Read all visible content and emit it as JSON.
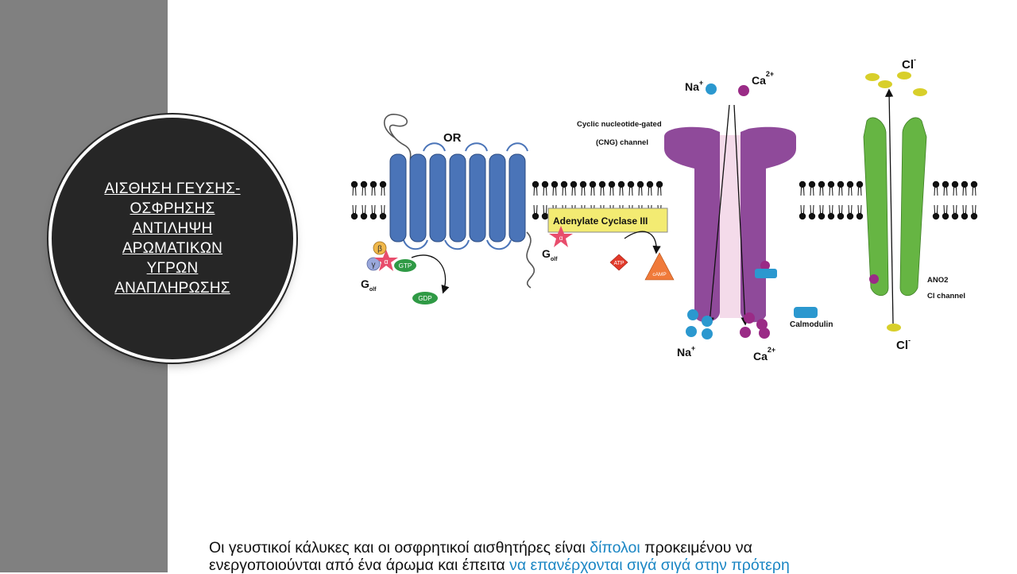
{
  "sidebar_title": [
    "ΑΙΣΘΗΣΗ ΓΕΥΣΗΣ-",
    "ΟΣΦΡΗΣΗΣ",
    "ΑΝΤΙΛΗΨΗ",
    "ΑΡΩΜΑΤΙΚΩΝ",
    "ΥΓΡΩΝ",
    "ΑΝΑΠΛΗΡΩΣΗΣ"
  ],
  "diagram": {
    "or_label": "OR",
    "g_subunits": {
      "beta": "β",
      "gamma": "γ",
      "alpha": "α"
    },
    "gtp": "GTP",
    "gdp": "GDP",
    "golf": {
      "base": "G",
      "sub": "olf"
    },
    "adenylate": "Adenylate Cyclase III",
    "atp": "ATP",
    "camp": "cAMP",
    "cng_line1": "Cyclic nucleotide-gated",
    "cng_line2": "(CNG) channel",
    "na": "Na",
    "na_charge": "+",
    "ca": "Ca",
    "ca_charge": "2+",
    "cl": "Cl",
    "cl_charge": "-",
    "calmodulin": "Calmodulin",
    "ano2_line1": "ANO2",
    "ano2_line2": "Cl channel",
    "colors": {
      "receptor": "#4a74b8",
      "cng": "#8f4a9a",
      "ano2": "#66b543",
      "adenylate_box": "#f3eb72",
      "na_ion": "#2b98cf",
      "ca_ion": "#9a2b86",
      "cl_ion": "#d8cf2a",
      "gtp": "#2f9a45",
      "star": "#e84d6c"
    }
  },
  "caption": {
    "line1_a": "Οι γευστικοί κάλυκες και οι οσφρητικοί αισθητήρες είναι ",
    "line1_hl": "δίπολοι",
    "line1_b": " προκειμένου να",
    "line2_a": "ενεργοποιούνται από ένα άρωμα και έπειτα ",
    "line2_hl": "να επανέρχονται σιγά σιγά στην πρότερη"
  }
}
